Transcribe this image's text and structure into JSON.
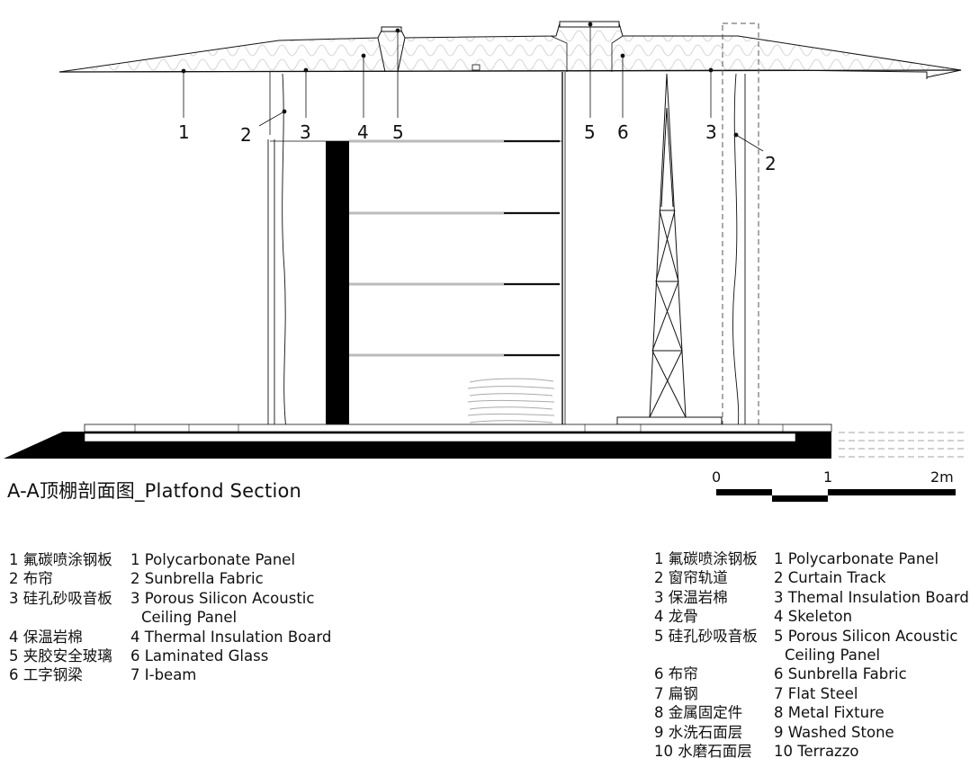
{
  "title": "A-A顶棚剖面图_Platfond Section",
  "callouts": [
    "1",
    "2",
    "3",
    "4",
    "5",
    "5",
    "6",
    "3",
    "2"
  ],
  "scale_bar": {
    "labels": [
      "0",
      "1",
      "2m"
    ]
  },
  "legend_left": [
    {
      "cn": "1 氟碳喷涂钢板",
      "en": [
        "1 Polycarbonate Panel"
      ]
    },
    {
      "cn": "2 布帘",
      "en": [
        "2 Sunbrella Fabric"
      ]
    },
    {
      "cn": "3 硅孔砂吸音板",
      "en": [
        "3 Porous Silicon Acoustic",
        "Ceiling Panel"
      ]
    },
    {
      "cn": "4 保温岩棉",
      "en": [
        "4 Thermal Insulation Board"
      ]
    },
    {
      "cn": "5 夹胶安全玻璃",
      "en": [
        "6 Laminated Glass"
      ]
    },
    {
      "cn": "6 工字钢梁",
      "en": [
        "7 I-beam"
      ]
    }
  ],
  "legend_right": [
    {
      "cn": "1 氟碳喷涂钢板",
      "en": [
        "1 Polycarbonate Panel"
      ]
    },
    {
      "cn": "2 窗帘轨道",
      "en": [
        "2 Curtain Track"
      ]
    },
    {
      "cn": "3 保温岩棉",
      "en": [
        "3 Themal Insulation Board"
      ]
    },
    {
      "cn": "4 龙骨",
      "en": [
        "4 Skeleton"
      ]
    },
    {
      "cn": "5 硅孔砂吸音板",
      "en": [
        "5 Porous Silicon Acoustic",
        "Ceiling Panel"
      ]
    },
    {
      "cn": "6 布帘",
      "en": [
        "6 Sunbrella Fabric"
      ]
    },
    {
      "cn": "7 扁钢",
      "en": [
        "7 Flat Steel"
      ]
    },
    {
      "cn": "8 金属固定件",
      "en": [
        "8 Metal Fixture"
      ]
    },
    {
      "cn": "9 水洗石面层",
      "en": [
        "9 Washed Stone"
      ]
    },
    {
      "cn": "10 水磨石面层",
      "en": [
        "10 Terrazzo"
      ]
    }
  ],
  "colors": {
    "ink": "#111111",
    "fill_black": "#000000",
    "hatch_grey": "#bdbdbd"
  }
}
